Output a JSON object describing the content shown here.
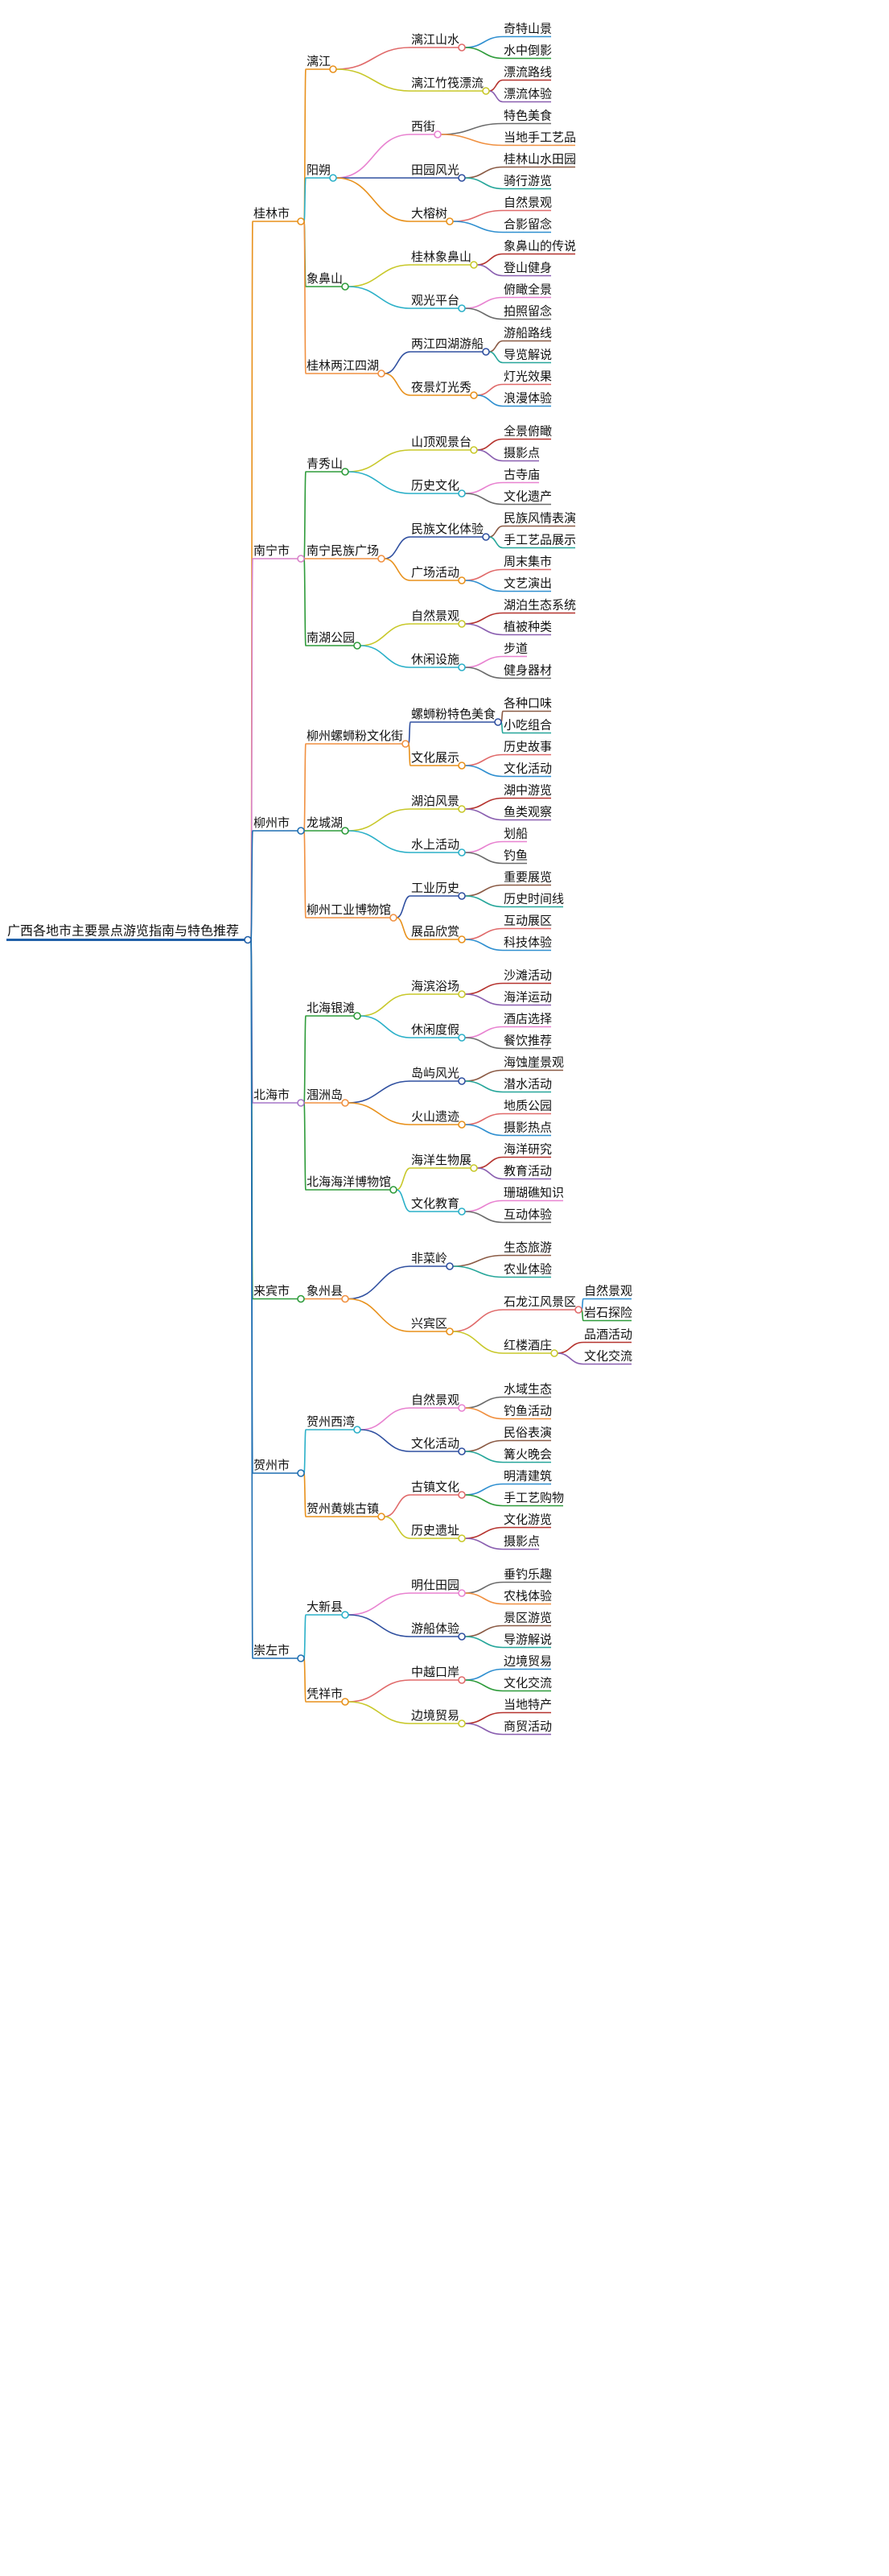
{
  "root": "广西各地市主要景点游览指南与特色推荐",
  "cities": [
    {
      "name": "桂林市",
      "children": [
        {
          "name": "漓江",
          "children": [
            {
              "name": "漓江山水",
              "children": [
                "奇特山景",
                "水中倒影"
              ]
            },
            {
              "name": "漓江竹筏漂流",
              "children": [
                "漂流路线",
                "漂流体验"
              ]
            }
          ]
        },
        {
          "name": "阳朔",
          "children": [
            {
              "name": "西街",
              "children": [
                "特色美食",
                "当地手工艺品"
              ]
            },
            {
              "name": "田园风光",
              "children": [
                "桂林山水田园",
                "骑行游览"
              ]
            },
            {
              "name": "大榕树",
              "children": [
                "自然景观",
                "合影留念"
              ]
            }
          ]
        },
        {
          "name": "象鼻山",
          "children": [
            {
              "name": "桂林象鼻山",
              "children": [
                "象鼻山的传说",
                "登山健身"
              ]
            },
            {
              "name": "观光平台",
              "children": [
                "俯瞰全景",
                "拍照留念"
              ]
            }
          ]
        },
        {
          "name": "桂林两江四湖",
          "children": [
            {
              "name": "两江四湖游船",
              "children": [
                "游船路线",
                "导览解说"
              ]
            },
            {
              "name": "夜景灯光秀",
              "children": [
                "灯光效果",
                "浪漫体验"
              ]
            }
          ]
        }
      ]
    },
    {
      "name": "南宁市",
      "children": [
        {
          "name": "青秀山",
          "children": [
            {
              "name": "山顶观景台",
              "children": [
                "全景俯瞰",
                "摄影点"
              ]
            },
            {
              "name": "历史文化",
              "children": [
                "古寺庙",
                "文化遗产"
              ]
            }
          ]
        },
        {
          "name": "南宁民族广场",
          "children": [
            {
              "name": "民族文化体验",
              "children": [
                "民族风情表演",
                "手工艺品展示"
              ]
            },
            {
              "name": "广场活动",
              "children": [
                "周末集市",
                "文艺演出"
              ]
            }
          ]
        },
        {
          "name": "南湖公园",
          "children": [
            {
              "name": "自然景观",
              "children": [
                "湖泊生态系统",
                "植被种类"
              ]
            },
            {
              "name": "休闲设施",
              "children": [
                "步道",
                "健身器材"
              ]
            }
          ]
        }
      ]
    },
    {
      "name": "柳州市",
      "children": [
        {
          "name": "柳州螺蛳粉文化街",
          "children": [
            {
              "name": "螺蛳粉特色美食",
              "children": [
                "各种口味",
                "小吃组合"
              ]
            },
            {
              "name": "文化展示",
              "children": [
                "历史故事",
                "文化活动"
              ]
            }
          ]
        },
        {
          "name": "龙城湖",
          "children": [
            {
              "name": "湖泊风景",
              "children": [
                "湖中游览",
                "鱼类观察"
              ]
            },
            {
              "name": "水上活动",
              "children": [
                "划船",
                "钓鱼"
              ]
            }
          ]
        },
        {
          "name": "柳州工业博物馆",
          "children": [
            {
              "name": "工业历史",
              "children": [
                "重要展览",
                "历史时间线"
              ]
            },
            {
              "name": "展品欣赏",
              "children": [
                "互动展区",
                "科技体验"
              ]
            }
          ]
        }
      ]
    },
    {
      "name": "北海市",
      "children": [
        {
          "name": "北海银滩",
          "children": [
            {
              "name": "海滨浴场",
              "children": [
                "沙滩活动",
                "海洋运动"
              ]
            },
            {
              "name": "休闲度假",
              "children": [
                "酒店选择",
                "餐饮推荐"
              ]
            }
          ]
        },
        {
          "name": "涠洲岛",
          "children": [
            {
              "name": "岛屿风光",
              "children": [
                "海蚀崖景观",
                "潜水活动"
              ]
            },
            {
              "name": "火山遗迹",
              "children": [
                "地质公园",
                "摄影热点"
              ]
            }
          ]
        },
        {
          "name": "北海海洋博物馆",
          "children": [
            {
              "name": "海洋生物展",
              "children": [
                "海洋研究",
                "教育活动"
              ]
            },
            {
              "name": "文化教育",
              "children": [
                "珊瑚礁知识",
                "互动体验"
              ]
            }
          ]
        }
      ]
    },
    {
      "name": "来宾市",
      "children": [
        {
          "name": "象州县",
          "children": [
            {
              "name": "非菜岭",
              "children": [
                "生态旅游",
                "农业体验"
              ]
            },
            {
              "name": "兴宾区",
              "children": [
                {
                  "name": "石龙江风景区",
                  "children": [
                    "自然景观",
                    "岩石探险"
                  ]
                },
                {
                  "name": "红楼酒庄",
                  "children": [
                    "品酒活动",
                    "文化交流"
                  ]
                }
              ]
            }
          ]
        }
      ]
    },
    {
      "name": "贺州市",
      "children": [
        {
          "name": "贺州西湾",
          "children": [
            {
              "name": "自然景观",
              "children": [
                "水域生态",
                "钓鱼活动"
              ]
            },
            {
              "name": "文化活动",
              "children": [
                "民俗表演",
                "篝火晚会"
              ]
            }
          ]
        },
        {
          "name": "贺州黄姚古镇",
          "children": [
            {
              "name": "古镇文化",
              "children": [
                "明清建筑",
                "手工艺购物"
              ]
            },
            {
              "name": "历史遗址",
              "children": [
                "文化游览",
                "摄影点"
              ]
            }
          ]
        }
      ]
    },
    {
      "name": "崇左市",
      "children": [
        {
          "name": "大新县",
          "children": [
            {
              "name": "明仕田园",
              "children": [
                "垂钓乐趣",
                "农栈体验"
              ]
            },
            {
              "name": "游船体验",
              "children": [
                "景区游览",
                "导游解说"
              ]
            }
          ]
        },
        {
          "name": "凭祥市",
          "children": [
            {
              "name": "中越口岸",
              "children": [
                "边境贸易",
                "文化交流"
              ]
            },
            {
              "name": "边境贸易",
              "children": [
                "当地特产",
                "商贸活动"
              ]
            }
          ]
        }
      ]
    }
  ],
  "colors": {
    "root": "#1f5fa8",
    "cities": [
      "#e8911c",
      "#d882c8",
      "#1f6fb2",
      "#a676c8",
      "#2e9b3a",
      "#1f6fb2",
      "#1f6fb2"
    ],
    "palette": [
      "#e8911c",
      "#e06a6a",
      "#2f8fd0",
      "#2e9b3a",
      "#c8c82a",
      "#b5332e",
      "#8a5fb0",
      "#2bb0c8",
      "#e882d0",
      "#6b6b6b",
      "#f09040",
      "#3050a0",
      "#8a5a44",
      "#26a69a"
    ]
  }
}
